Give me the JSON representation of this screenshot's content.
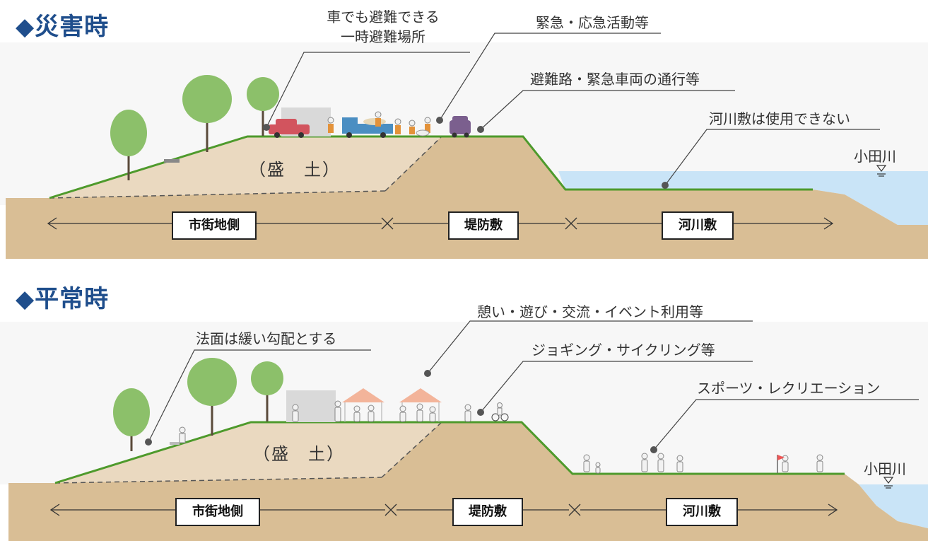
{
  "disaster": {
    "title": "◆災害時",
    "callouts": {
      "car_evac": "車でも避難できる\n一時避難場所",
      "emergency": "緊急・応急活動等",
      "evac_route": "避難路・緊急車両の通行等",
      "riverbed_unusable": "河川敷は使用できない"
    },
    "fill_label": "（盛　土）",
    "river_name": "小田川",
    "zones": {
      "city": "市街地側",
      "levee": "堤防敷",
      "riverbed": "河川敷"
    }
  },
  "normal": {
    "title": "◆平常時",
    "callouts": {
      "gentle_slope": "法面は緩い勾配とする",
      "leisure": "憩い・遊び・交流・イベント利用等",
      "jogging": "ジョギング・サイクリング等",
      "sports": "スポーツ・レクリエーション"
    },
    "fill_label": "（盛　土）",
    "river_name": "小田川",
    "zones": {
      "city": "市街地側",
      "levee": "堤防敷",
      "riverbed": "河川敷"
    }
  },
  "colors": {
    "title": "#1f4e8c",
    "ground": "#d9be95",
    "fill_area": "#ead9c0",
    "grass": "#4e9a2c",
    "water": "#c9e4f7",
    "tree": "#8cc06a",
    "car_red": "#d2545e",
    "truck_blue": "#4a8ec2",
    "car_purple": "#7b5f8e"
  }
}
